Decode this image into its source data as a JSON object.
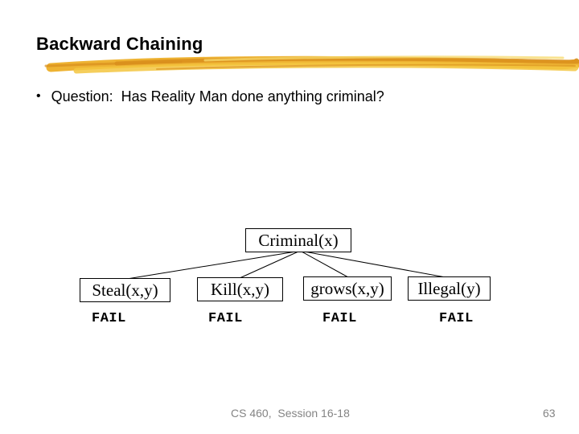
{
  "slide": {
    "title": "Backward Chaining",
    "bullet": {
      "marker": "•",
      "text": "Question:  Has Reality Man done anything criminal?"
    },
    "tree": {
      "root": {
        "label": "Criminal(x)"
      },
      "children": [
        {
          "label": "Steal(x,y)",
          "result": "FAIL"
        },
        {
          "label": "Kill(x,y)",
          "result": "FAIL"
        },
        {
          "label": "grows(x,y)",
          "result": "FAIL"
        },
        {
          "label": "Illegal(y)",
          "result": "FAIL"
        }
      ]
    },
    "footer": {
      "course": "CS 460,  Session 16-18",
      "page_number": "63"
    },
    "colors": {
      "highlight_gold": "#EDAF28",
      "highlight_gold_light": "#F3C53F",
      "highlight_gold_pale": "#F7D96B",
      "highlight_gold_dark": "#D98E1C",
      "footer_gray": "#848484",
      "text_black": "#000000"
    }
  }
}
